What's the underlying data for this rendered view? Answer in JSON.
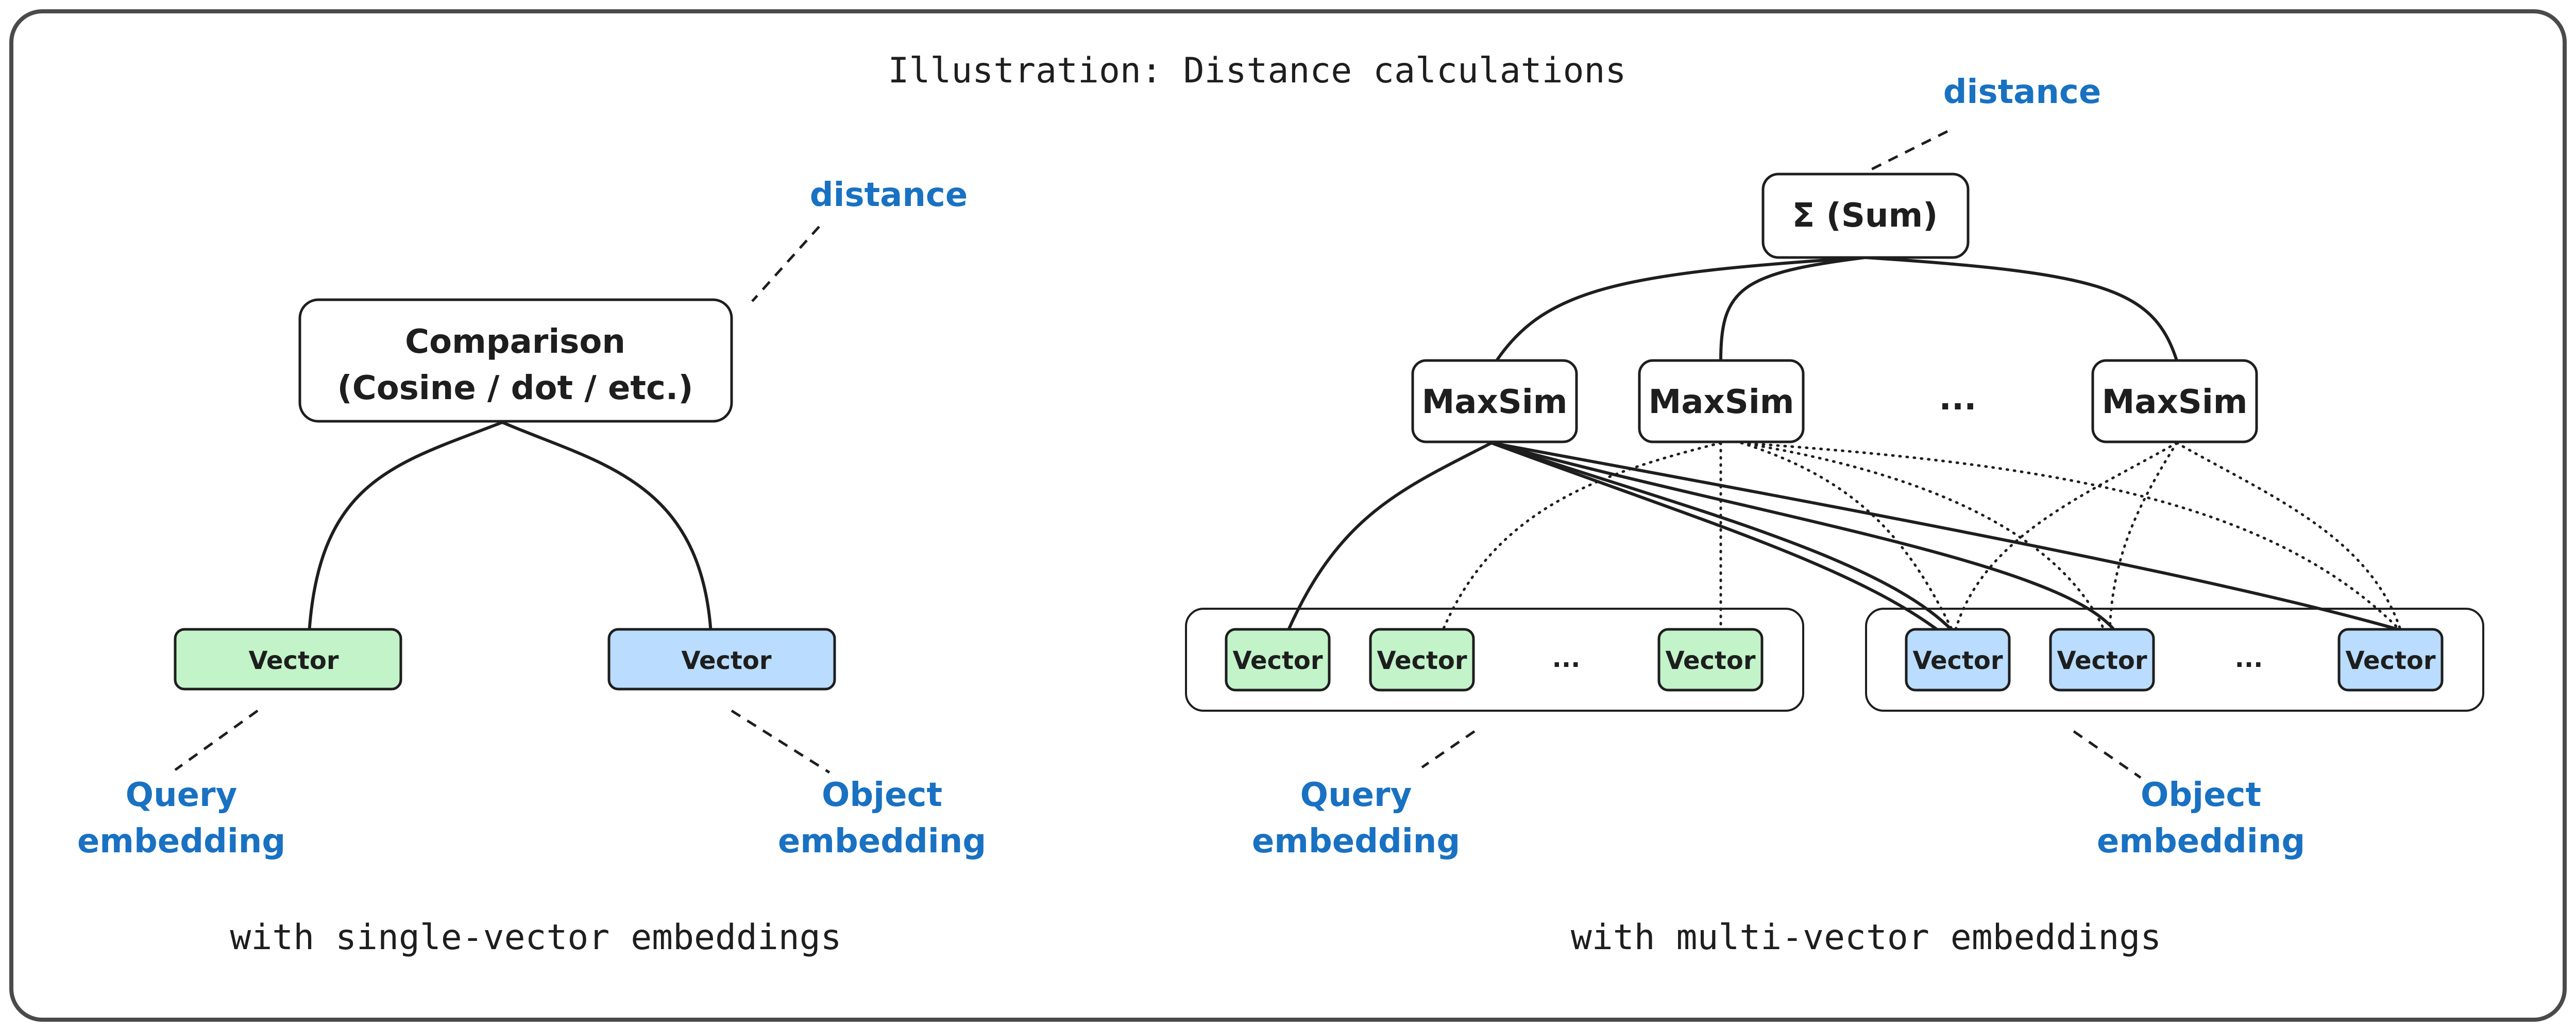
{
  "title": "Illustration: Distance calculations",
  "single": {
    "distance_label": "distance",
    "comparison_line1": "Comparison",
    "comparison_line2": "(Cosine / dot / etc.)",
    "query_vector": "Vector",
    "object_vector": "Vector",
    "query_label_line1": "Query",
    "query_label_line2": "embedding",
    "object_label_line1": "Object",
    "object_label_line2": "embedding",
    "caption": "with single-vector embeddings"
  },
  "multi": {
    "distance_label": "distance",
    "sum_label": "Σ (Sum)",
    "maxsim_labels": [
      "MaxSim",
      "MaxSim",
      "MaxSim"
    ],
    "maxsim_ellipsis": "...",
    "query_vectors": [
      "Vector",
      "Vector",
      "Vector"
    ],
    "query_ellipsis": "...",
    "object_vectors": [
      "Vector",
      "Vector",
      "Vector"
    ],
    "object_ellipsis": "...",
    "query_label_line1": "Query",
    "query_label_line2": "embedding",
    "object_label_line1": "Object",
    "object_label_line2": "embedding",
    "caption": "with multi-vector embeddings"
  },
  "colors": {
    "query_fill": "#c3f3c9",
    "object_fill": "#b9dcff",
    "annotation": "#1971c2",
    "stroke": "#1e1e1e"
  }
}
